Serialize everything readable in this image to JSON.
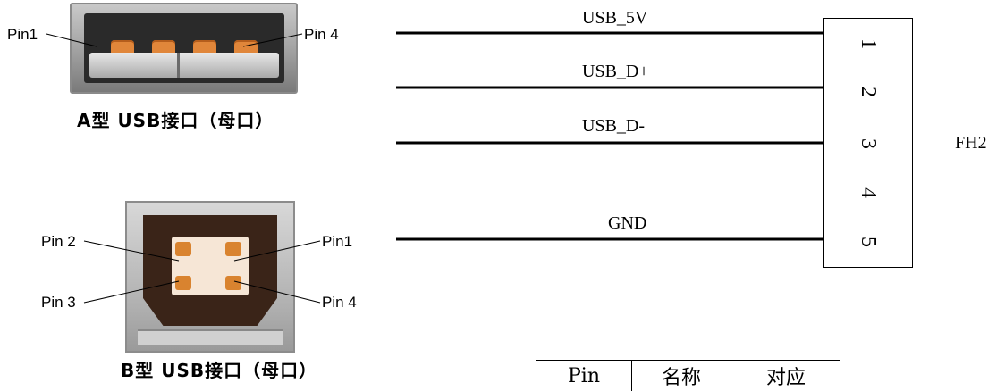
{
  "usb_a": {
    "caption": "A型 USB接口（母口）",
    "pin_left": "Pin1",
    "pin_right": "Pin 4"
  },
  "usb_b": {
    "caption": "B型 USB接口（母口）",
    "pin_top_left": "Pin 2",
    "pin_top_right": "Pin1",
    "pin_bottom_left": "Pin 3",
    "pin_bottom_right": "Pin 4"
  },
  "signals": [
    {
      "label": "USB_5V",
      "connector_pin": "1"
    },
    {
      "label": "USB_D+",
      "connector_pin": "2"
    },
    {
      "label": "USB_D-",
      "connector_pin": "3"
    },
    {
      "label": "",
      "connector_pin": "4"
    },
    {
      "label": "GND",
      "connector_pin": "5"
    }
  ],
  "connector": {
    "name": "FH2",
    "pins": [
      "1",
      "2",
      "3",
      "4",
      "5"
    ]
  },
  "table": {
    "headers": [
      "Pin",
      "名称",
      "对应"
    ]
  }
}
